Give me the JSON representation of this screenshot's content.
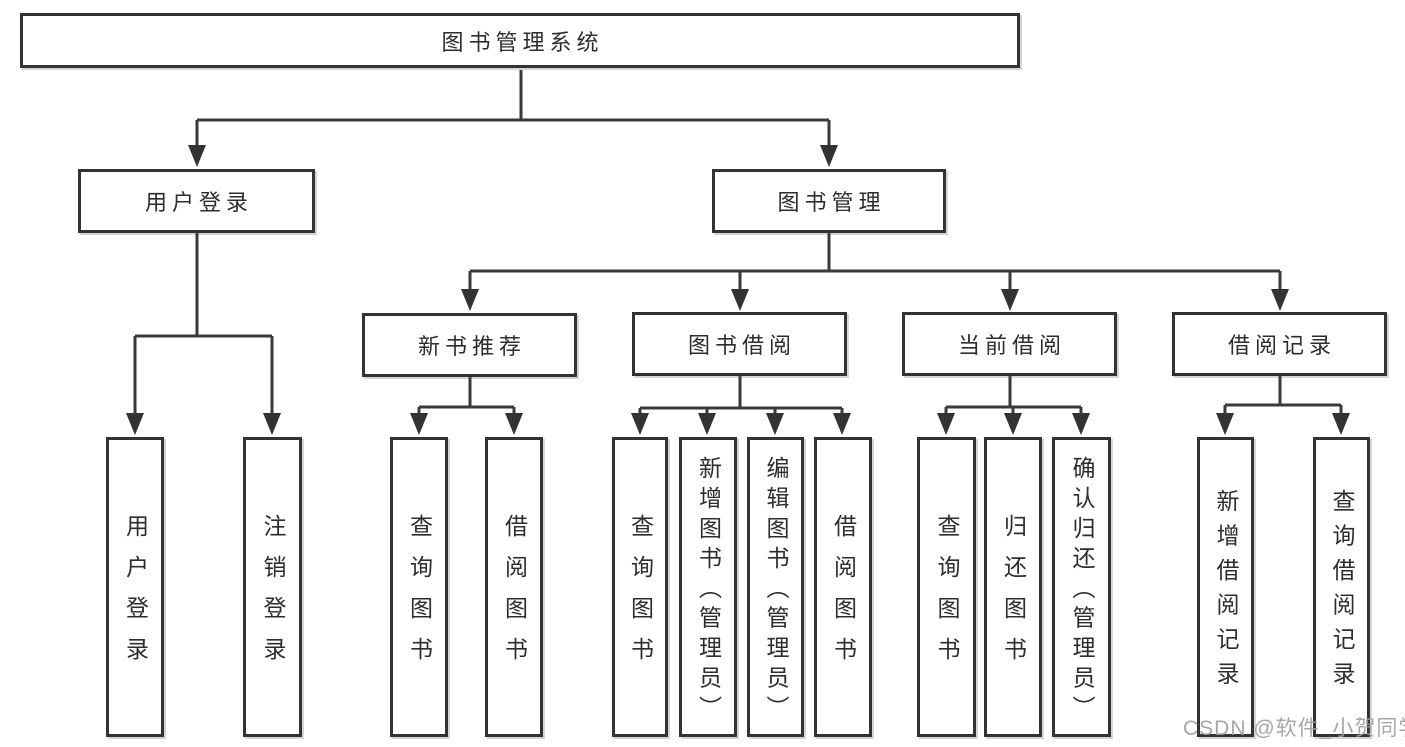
{
  "diagram": {
    "root": {
      "label": "图书管理系统"
    },
    "user_login": {
      "label": "用户登录",
      "children": [
        {
          "label": "用户登录"
        },
        {
          "label": "注销登录"
        }
      ]
    },
    "book_mgmt": {
      "label": "图书管理",
      "sections": {
        "new_book_rec": {
          "label": "新书推荐",
          "children": [
            {
              "label": "查询图书"
            },
            {
              "label": "借阅图书"
            }
          ]
        },
        "book_borrow": {
          "label": "图书借阅",
          "children": [
            {
              "label": "查询图书"
            },
            {
              "label": "新增图书（管理员）"
            },
            {
              "label": "编辑图书（管理员）"
            },
            {
              "label": "借阅图书"
            }
          ]
        },
        "current_borrow": {
          "label": "当前借阅",
          "children": [
            {
              "label": "查询图书"
            },
            {
              "label": "归还图书"
            },
            {
              "label": "确认归还（管理员）"
            }
          ]
        },
        "borrow_record": {
          "label": "借阅记录",
          "children": [
            {
              "label": "新增借阅记录"
            },
            {
              "label": "查询借阅记录"
            }
          ]
        }
      }
    }
  },
  "watermark": {
    "text": "CSDN @软件_小贺同学"
  },
  "colors": {
    "line": "#3a3a3a",
    "border": "#333333",
    "text": "#2d2d2d",
    "background": "#ffffff",
    "watermark": "#a0a0a0"
  }
}
